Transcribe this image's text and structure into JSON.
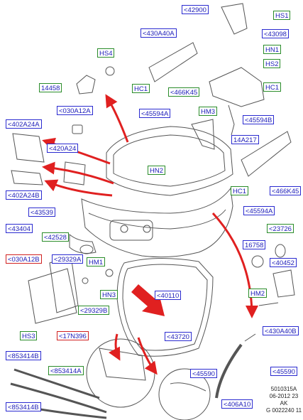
{
  "colors": {
    "blue_box": "#2a2ad0",
    "green_box": "#2a8c2a",
    "red_box": "#d02020",
    "label_text": "#1c1cb8",
    "arrow_red": "#e02020",
    "line_art": "#555555"
  },
  "labels": {
    "l42900": "<42900",
    "hs1": "HS1",
    "l430a40a": "<430A40A",
    "l43098": "<43098",
    "hs4": "HS4",
    "hn1": "HN1",
    "hs2": "HS2",
    "l14458": "14458",
    "hc1_a": "HC1",
    "l466k45_a": "<466K45",
    "hc1_b": "HC1",
    "l030a12a": "<030A12A",
    "l45594a_top": "<45594A",
    "l45594b": "<45594B",
    "hm3": "HM3",
    "l402a24a": "<402A24A",
    "l14a217": "14A217",
    "l420a24": "<420A24",
    "hn2": "HN2",
    "hc1_c": "HC1",
    "l466k45_b": "<466K45",
    "l402a24b": "<402A24B",
    "l45594a_bottom": "<45594A",
    "l43539": "<43539",
    "l23726": "<23726",
    "l43404": "<43404",
    "l42528": "<42528",
    "l16758": "16758",
    "l030a12b": "<030A12B",
    "l29329a": "<29329A",
    "hm1": "HM1",
    "l40452": "<40452",
    "hn3": "HN3",
    "l40110": "<40110",
    "hm2": "HM2",
    "l29329b": "<29329B",
    "l43720": "<43720",
    "hs3": "HS3",
    "l17n396": "<17N396",
    "l430a40b": "<430A40B",
    "l853414b_top": "<853414B",
    "l853414a": "<853414A",
    "l45590_left": "<45590",
    "l45590_right": "<45590",
    "l853414b_bottom": "<853414B",
    "l406a10": "<406A10"
  },
  "reference": {
    "line1": "5010315A",
    "line2": "06-2012 23",
    "line3": "AK",
    "line4": "G 0022240 11"
  }
}
